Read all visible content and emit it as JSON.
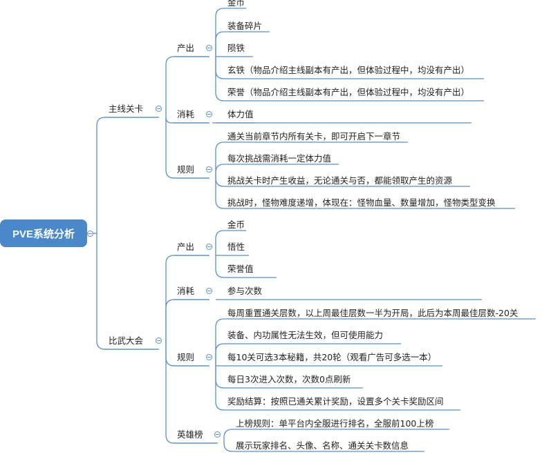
{
  "root": {
    "label": "PVE系统分析"
  },
  "branches": [
    {
      "label": "主线关卡",
      "groups": [
        {
          "label": "产出",
          "items": [
            "金币",
            "装备碎片",
            "陨铁",
            "玄铁（物品介绍主线副本有产出，但体验过程中，均没有产出）",
            "荣誉（物品介绍主线副本有产出，但体验过程中，均没有产出）"
          ]
        },
        {
          "label": "消耗",
          "items": [
            "体力值"
          ]
        },
        {
          "label": "规则",
          "items": [
            "通关当前章节内所有关卡，即可开启下一章节",
            "每次挑战需消耗一定体力值",
            "挑战关卡时产生收益，无论通关与否，都能领取产生的资源",
            "挑战时，怪物难度递增，体现在：怪物血量、数量增加，怪物类型变换"
          ]
        }
      ]
    },
    {
      "label": "比武大会",
      "groups": [
        {
          "label": "产出",
          "items": [
            "金币",
            "悟性",
            "荣誉值"
          ]
        },
        {
          "label": "消耗",
          "items": [
            "参与次数"
          ]
        },
        {
          "label": "规则",
          "items": [
            "每周重置通关层数，以上周最佳层数一半为开局，此后为本周最佳层数-20关",
            "装备、内功属性无法生效，但可使用能力",
            "每10关可选3本秘籍，共20轮（观看广告可多选一本）",
            "每日3次进入次数，次数0点刷新",
            "奖励结算：按照已通关累计奖励，设置多个关卡奖励区间"
          ]
        },
        {
          "label": "英雄榜",
          "items": [
            "上榜规则：单平台内全服进行排名，全服前100上榜",
            "展示玩家排名、头像、名称、通关关卡数信息"
          ]
        }
      ]
    }
  ]
}
